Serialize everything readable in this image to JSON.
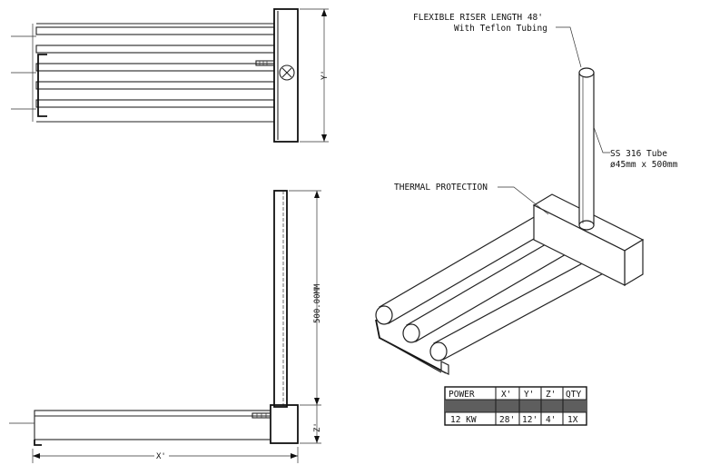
{
  "notes": {
    "riser_line1": "FLEXIBLE RISER LENGTH 48'",
    "riser_line2": "With Teflon Tubing",
    "tube_line1": "SS 316 Tube",
    "tube_line2": "ø45mm x 500mm",
    "thermal": "THERMAL PROTECTION"
  },
  "dimensions": {
    "y": "Y'",
    "z": "Z'",
    "x": "X'",
    "length": "500.00MM"
  },
  "spec_table": {
    "headers": [
      "POWER",
      "X'",
      "Y'",
      "Z'",
      "QTY"
    ],
    "row": [
      "12 KW",
      "28'",
      "12'",
      "4'",
      "1X"
    ],
    "band_color": "#5e5e5e"
  }
}
